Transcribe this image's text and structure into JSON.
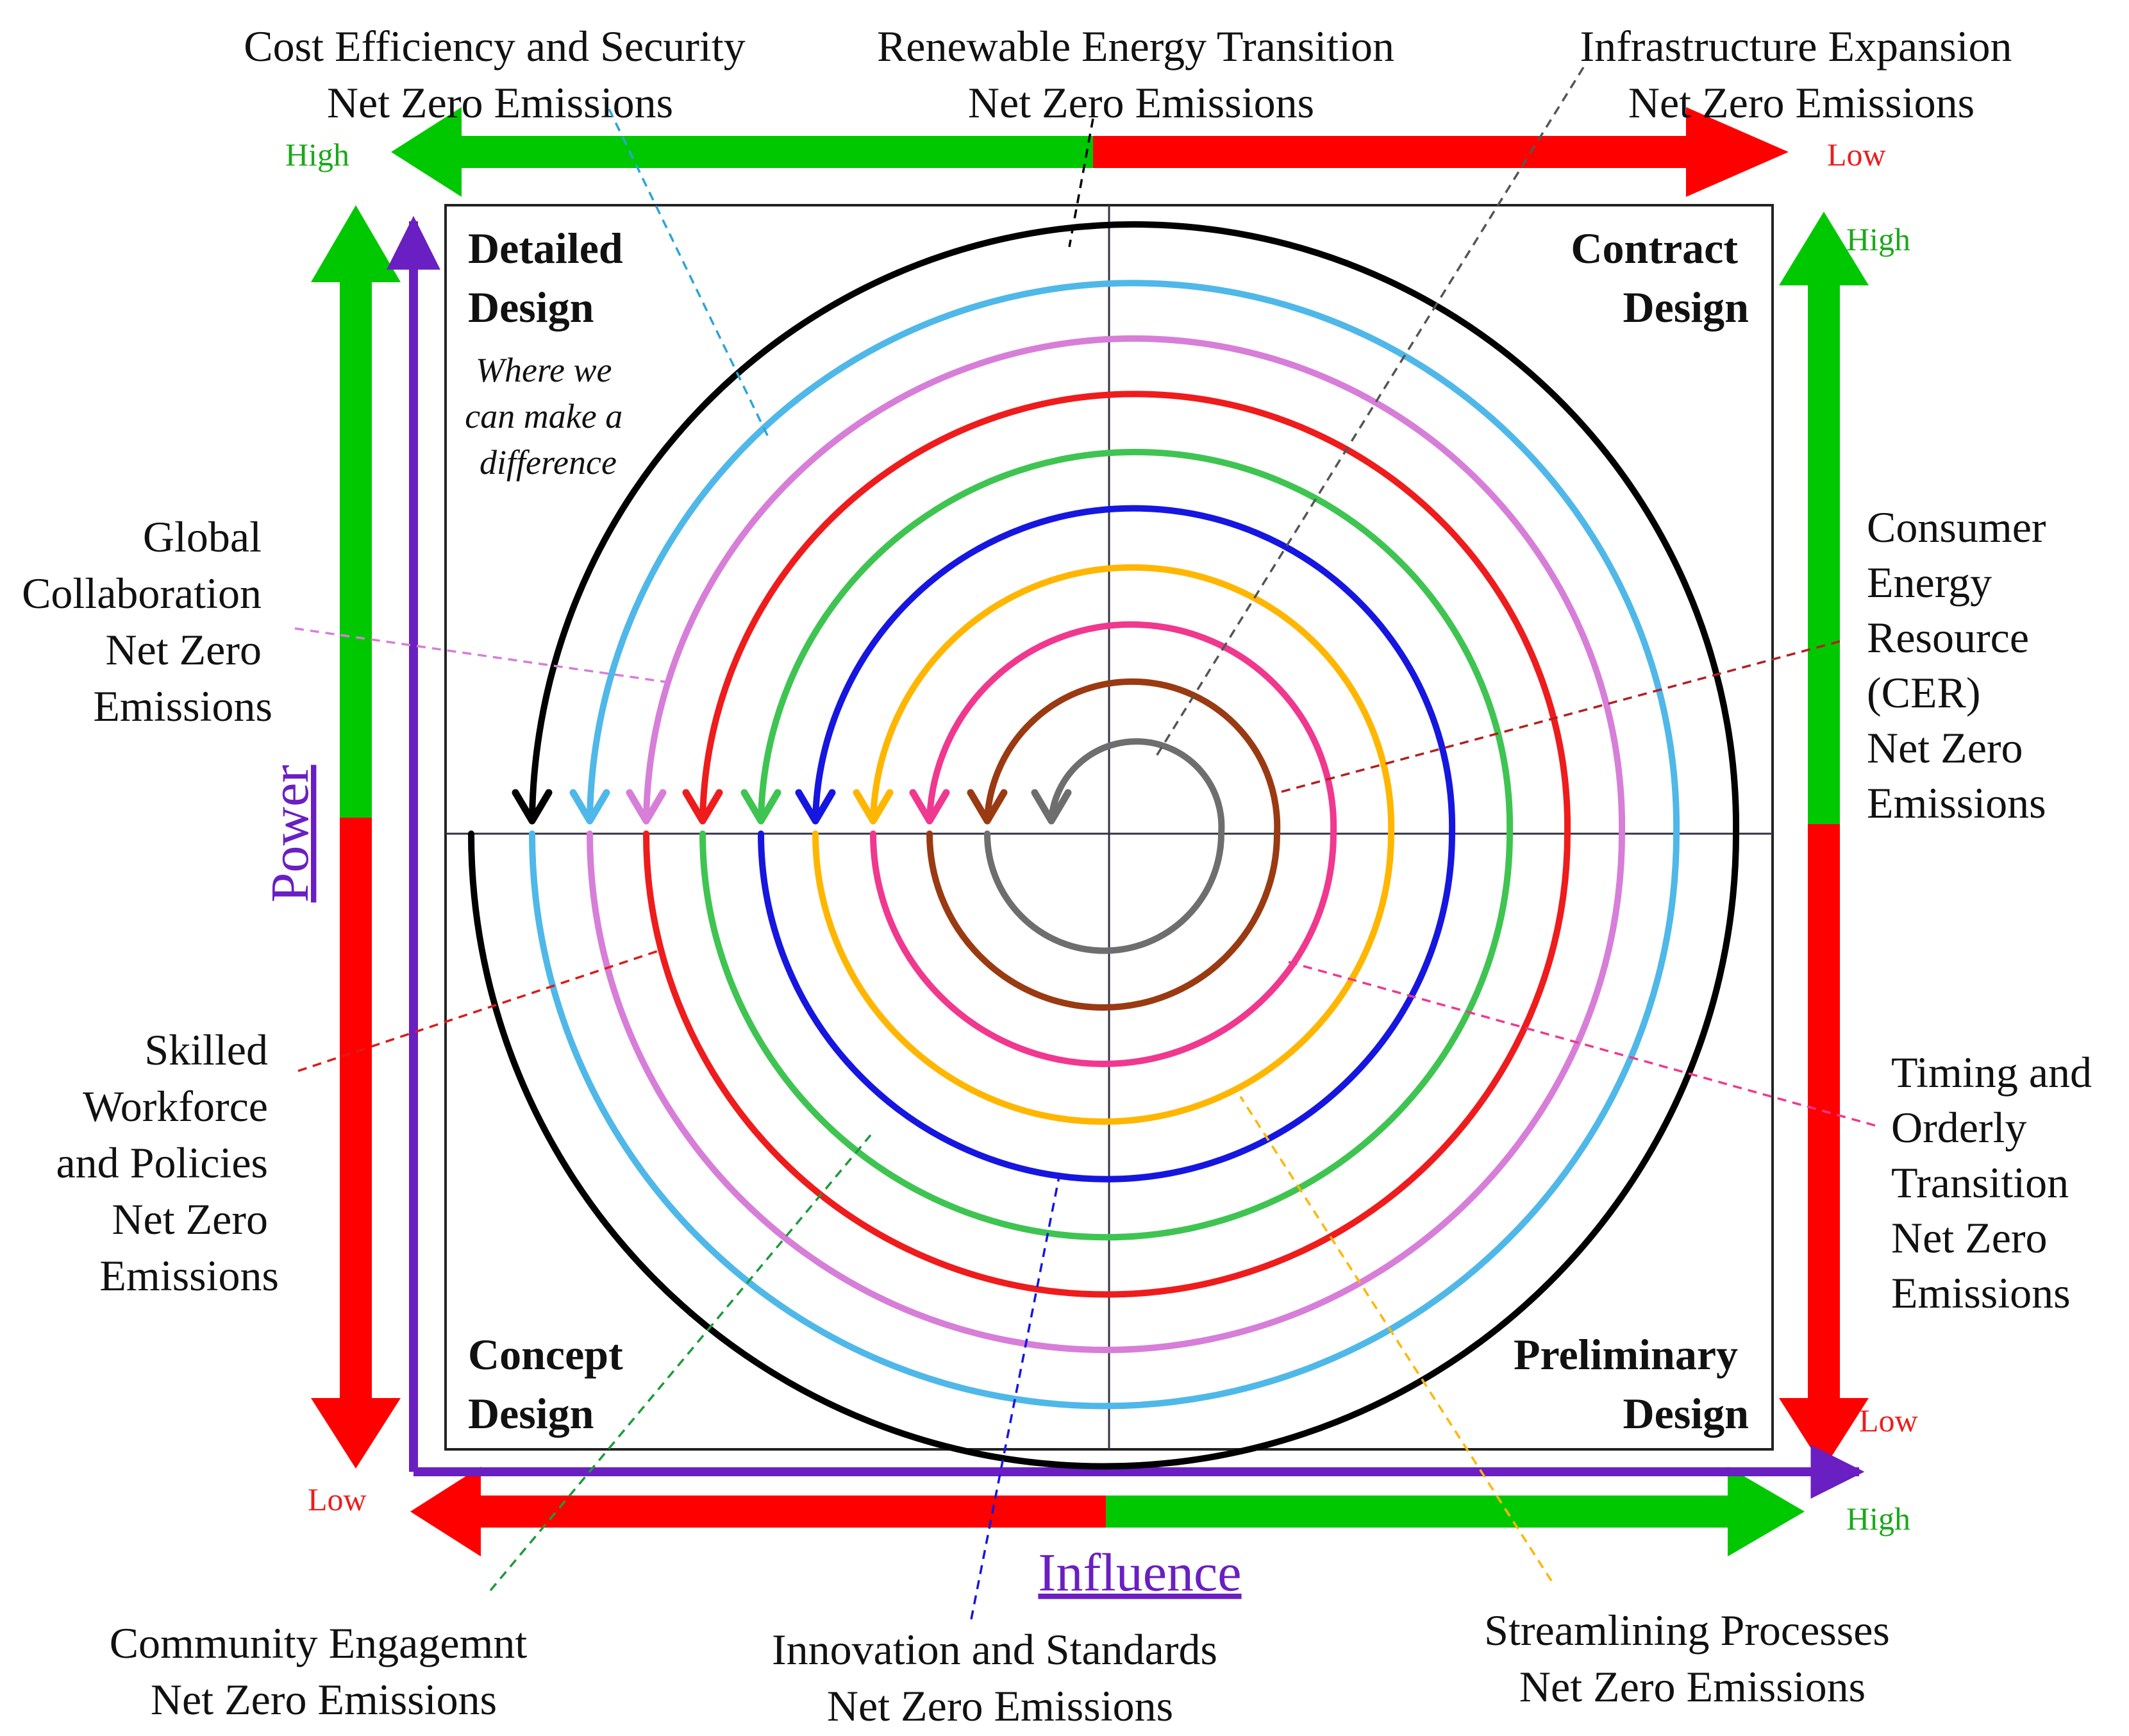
{
  "quadrants": {
    "top_left": [
      "Detailed",
      "Design"
    ],
    "top_right": [
      "Contract",
      "Design"
    ],
    "bottom_left": [
      "Concept",
      "Design"
    ],
    "bottom_right": [
      "Preliminary",
      "Design"
    ],
    "note": [
      "Where we",
      "can make a",
      "difference"
    ]
  },
  "axes": {
    "vertical": "Power",
    "horizontal": "Influence"
  },
  "scale_tags": {
    "top_left": "High",
    "top_right": "Low",
    "right_top": "High",
    "right_bottom": "Low",
    "bottom_left": "Low",
    "bottom_right": "High"
  },
  "callouts": {
    "cost": [
      "Cost Efficiency and Security",
      "Net Zero Emissions"
    ],
    "renewable": [
      "Renewable Energy Transition",
      "Net Zero Emissions"
    ],
    "infrastructure": [
      "Infrastructure Expansion",
      "Net Zero Emissions"
    ],
    "global": [
      "Global",
      "Collaboration",
      "Net Zero",
      "Emissions"
    ],
    "consumer": [
      "Consumer",
      "Energy",
      "Resource",
      "(CER)",
      "Net Zero",
      "Emissions"
    ],
    "skilled": [
      "Skilled",
      "Workforce",
      "and Policies",
      "Net Zero",
      "Emissions"
    ],
    "timing": [
      "Timing and",
      "Orderly",
      "Transition",
      "Net Zero",
      "Emissions"
    ],
    "community": [
      "Community Engagemnt",
      "Net Zero Emissions"
    ],
    "innovation": [
      "Innovation and Standards",
      "Net Zero Emissions"
    ],
    "streamlining": [
      "Streamlining Processes",
      "Net Zero Emissions"
    ]
  },
  "colors": {
    "axis_purple": "#6a1fc2",
    "arrow_green": "#00c800",
    "arrow_red": "#ff0000",
    "ring_black": "#000000",
    "ring_light_blue": "#4fb8e8",
    "ring_orchid": "#d77ed8",
    "ring_red": "#ee1c1c",
    "ring_green": "#3fc452",
    "ring_blue": "#1616e0",
    "ring_gold": "#ffb600",
    "ring_pink": "#f0388f",
    "ring_brown": "#9a3a12",
    "ring_grey": "#6e6e6e"
  }
}
